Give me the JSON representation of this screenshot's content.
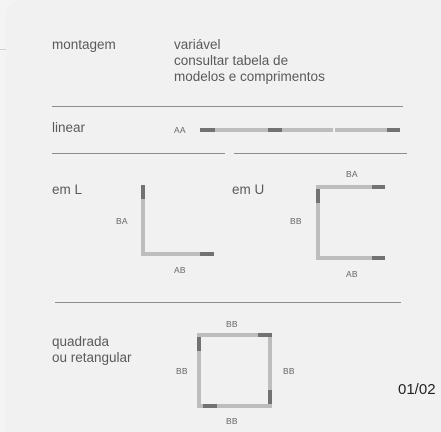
{
  "montagem": {
    "label": "montagem",
    "lines": [
      "variável",
      "consultar tabela de",
      "modelos e comprimentos"
    ]
  },
  "linear": {
    "label": "linear",
    "code": "AA"
  },
  "em_l": {
    "label": "em L",
    "codes": {
      "vertical": "BA",
      "horizontal": "AB"
    }
  },
  "em_u": {
    "label": "em U",
    "codes": {
      "top": "BA",
      "vertical": "BB",
      "bottom": "AB"
    }
  },
  "quadrada": {
    "label_lines": [
      "quadrada",
      "ou retangular"
    ],
    "codes": {
      "top": "BB",
      "left": "BB",
      "right": "BB",
      "bottom": "BB"
    }
  },
  "page_number": "01/02",
  "colors": {
    "light_bar": "#bdbdbd",
    "dark_segment": "#727272",
    "rule": "#8d8d8d"
  }
}
